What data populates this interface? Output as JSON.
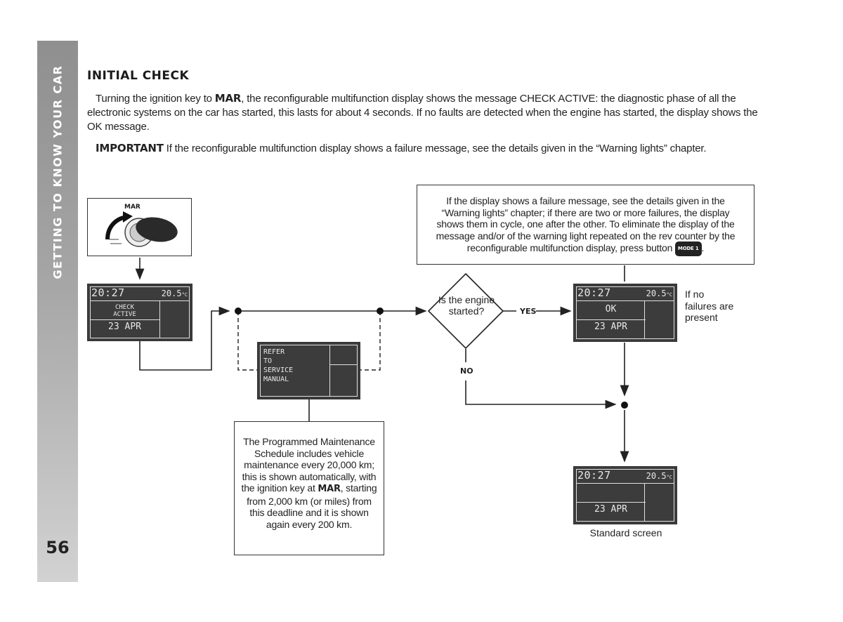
{
  "sidebar": {
    "title": "GETTING TO KNOW YOUR CAR",
    "page_number": "56"
  },
  "section": {
    "heading": "INITIAL CHECK",
    "p1_a": "Turning the ignition key to ",
    "p1_bold": "MAR",
    "p1_b": ", the reconfigurable multifunction display shows the message CHECK ACTIVE: the diagnostic phase of all the electronic systems on the car has started, this lasts for about 4 seconds. If no faults are detected when the engine has started, the display shows the OK message.",
    "p2_bold": "IMPORTANT",
    "p2_text": " If the reconfigurable multifunction display shows a failure message, see the details given in the “Warning lights” chapter."
  },
  "diagram": {
    "key_label": "MAR",
    "display_check": {
      "time": "20:27",
      "temp": "20.5",
      "temp_unit": "°C",
      "line1": "CHECK",
      "line2": "ACTIVE",
      "date": "23 APR"
    },
    "display_ok": {
      "time": "20:27",
      "temp": "20.5",
      "temp_unit": "°C",
      "message": "OK",
      "date": "23 APR"
    },
    "display_standard": {
      "time": "20:27",
      "temp": "20.5",
      "temp_unit": "°C",
      "date": "23 APR"
    },
    "refer_text": "REFER\nTO\nSERVICE\nMANUAL",
    "decision": "Is the engine started?",
    "yes_label": "YES",
    "no_label": "NO",
    "no_failures_note": "If no failures are present",
    "standard_caption": "Standard screen",
    "failure_note_text": "If the display shows a failure message, see the details given in the “Warning lights” chapter; if there are two or more failures, the display shows them in cycle, one after the other. To eliminate the display of the message and/or of the warning light repeated on the rev counter by the reconfigurable multifunction display, press button",
    "failure_note_end": ".",
    "mode_button_label": "MODE 1",
    "maint_note_a": "The Programmed Maintenance Schedule includes vehicle maintenance every 20,000 km; this is shown automatically, with the ignition key at ",
    "maint_note_bold": "MAR",
    "maint_note_b": ", starting from 2,000 km (or miles) from this deadline and it is shown again every 200 km."
  }
}
